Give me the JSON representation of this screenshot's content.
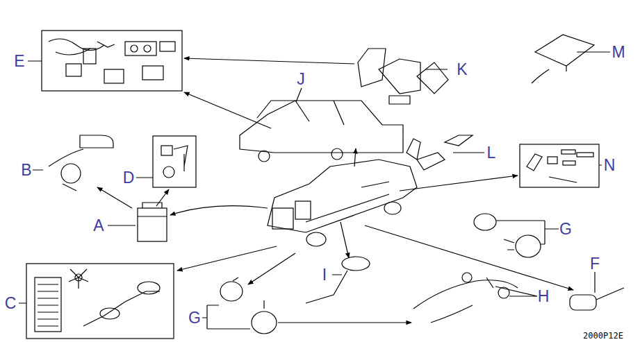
{
  "diagram": {
    "labels": [
      "E",
      "K",
      "M",
      "J",
      "B",
      "D",
      "L",
      "N",
      "A",
      "G",
      "C",
      "F",
      "I",
      "H",
      "G",
      "2000P12E"
    ]
  }
}
